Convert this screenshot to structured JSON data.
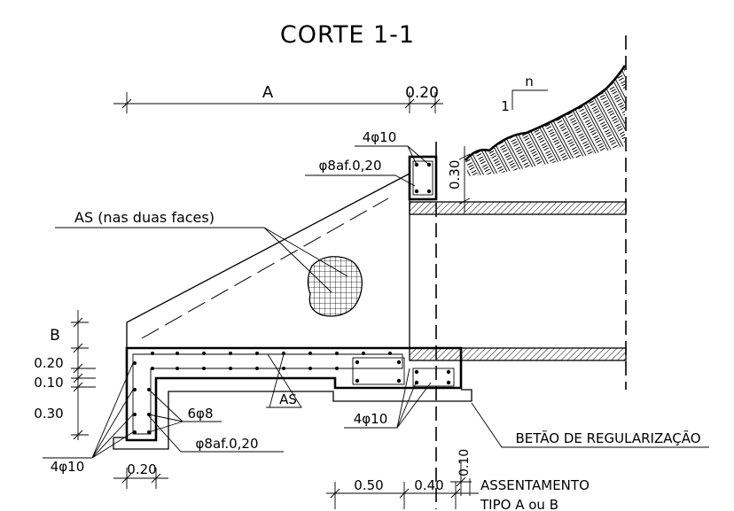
{
  "title": "CORTE 1-1",
  "labels": {
    "dim_a": "A",
    "dim_020_top": "0.20",
    "bars_4d10_top": "4φ10",
    "stirrups_top": "φ8af.0,20",
    "dim_030_right": "0.30",
    "slope_1": "1",
    "slope_n": "n",
    "as_faces": "AS (nas duas faces)",
    "dim_b": "B",
    "dim_020_left": "0.20",
    "dim_010_left": "0.10",
    "dim_030_left": "0.30",
    "bars_6d8": "6φ8",
    "as_bottom": "AS",
    "bars_4d10_bottom": "4φ10",
    "betao": "BETÃO DE REGULARIZAÇÃO",
    "stirrups_bottom": "φ8af.0,20",
    "bars_4d10_left": "4φ10",
    "dim_020_bottom": "0.20",
    "dim_050": "0.50",
    "dim_040": "0.40",
    "dim_010_bottom": "0.10",
    "assentamento": "ASSENTAMENTO",
    "tipo": "TIPO A ou B"
  },
  "colors": {
    "ink": "#000000",
    "paper": "#ffffff"
  }
}
